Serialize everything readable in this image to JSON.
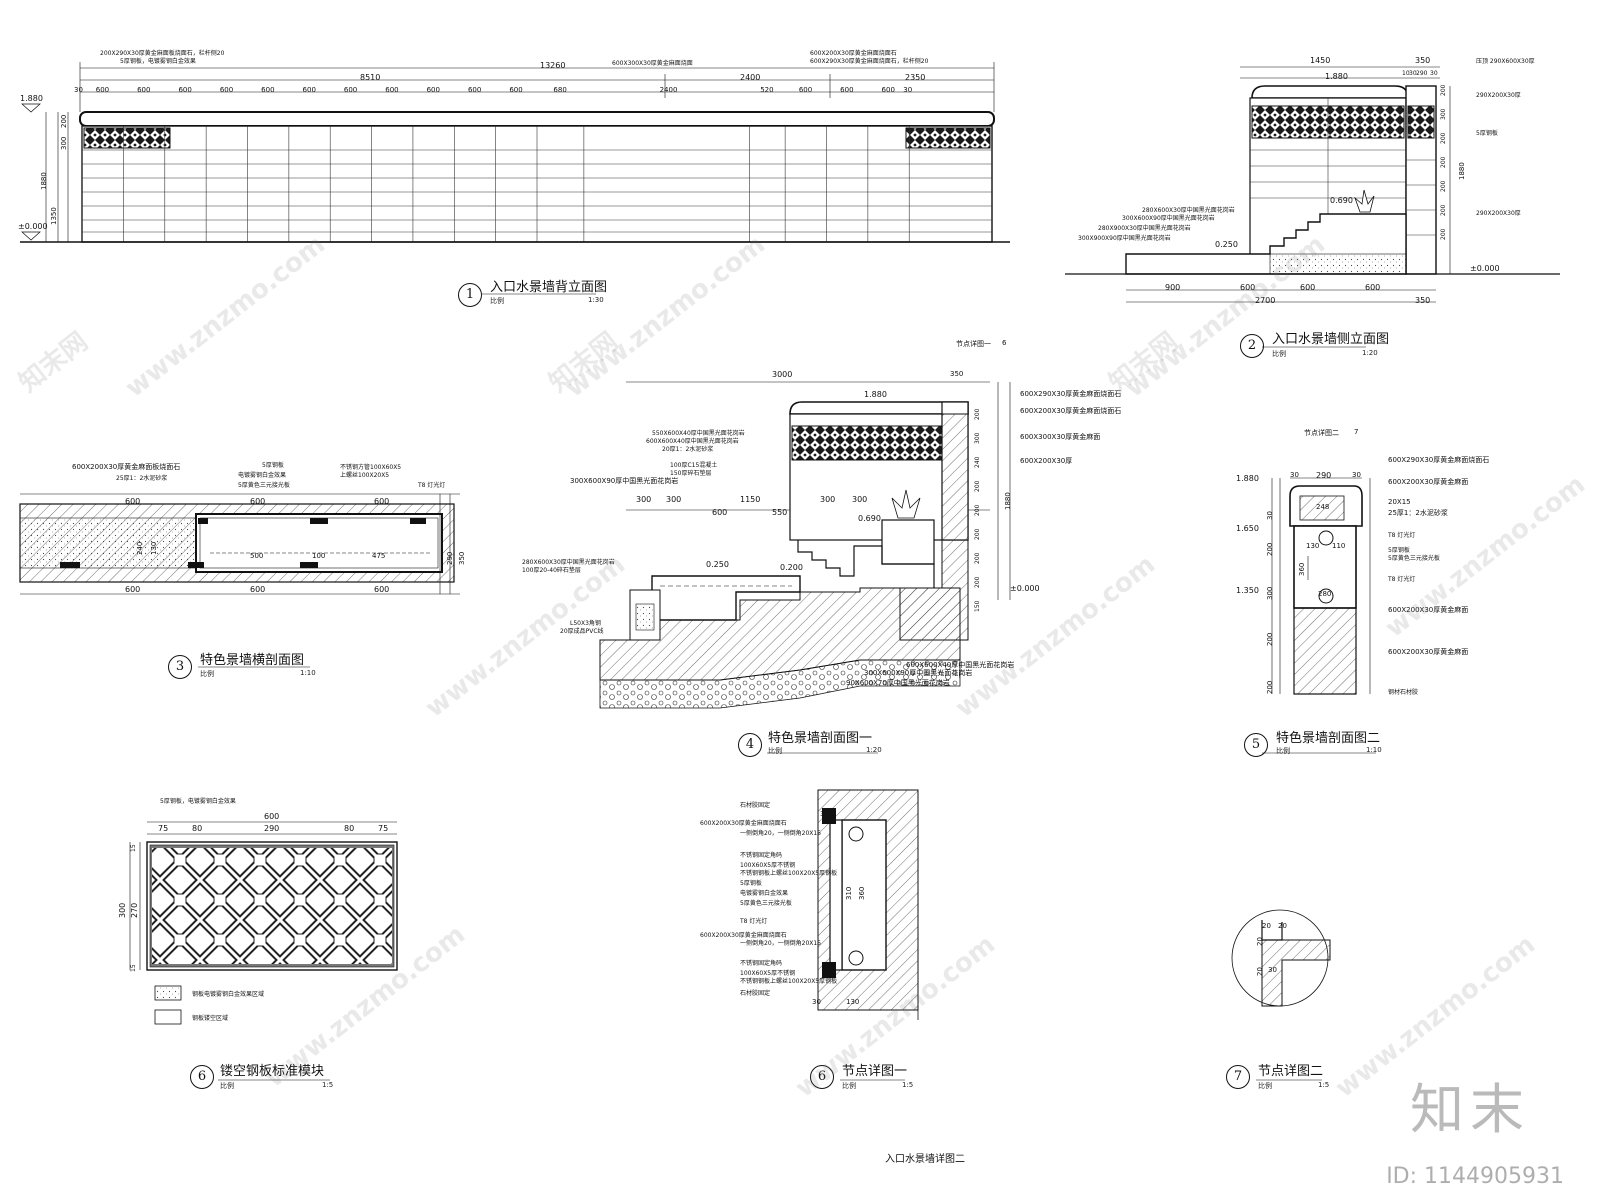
{
  "drawings": [
    {
      "num": "1",
      "title": "入口水景墙背立面图",
      "scale_label": "比例",
      "scale": "1:30"
    },
    {
      "num": "2",
      "title": "入口水景墙侧立面图",
      "scale_label": "比例",
      "scale": "1:20"
    },
    {
      "num": "3",
      "title": "特色景墙横剖面图",
      "scale_label": "比例",
      "scale": "1:10"
    },
    {
      "num": "4",
      "title": "特色景墙剖面图一",
      "scale_label": "比例",
      "scale": "1:20"
    },
    {
      "num": "5",
      "title": "特色景墙剖面图二",
      "scale_label": "比例",
      "scale": "1:10"
    },
    {
      "num": "6",
      "title": "镂空钢板标准模块",
      "scale_label": "比例",
      "scale": "1:5"
    },
    {
      "num": "6",
      "title": "节点详图一",
      "scale_label": "比例",
      "scale": "1:5"
    },
    {
      "num": "7",
      "title": "节点详图二",
      "scale_label": "比例",
      "scale": "1:5"
    }
  ],
  "sheet_title": "入口水景墙详图二",
  "watermark": "www.znzmo.com",
  "watermark_cn": "知末网",
  "logo": "知末",
  "id_label": "ID: 1144905931",
  "elev1": {
    "dims_top": [
      "13260",
      "8510",
      "2400",
      "2350"
    ],
    "dims_row": [
      "30",
      "600",
      "600",
      "600",
      "600",
      "600",
      "600",
      "600",
      "600",
      "600",
      "600",
      "600",
      "680",
      "2400",
      "520",
      "600",
      "600",
      "600",
      "30"
    ],
    "level_top": "1.880",
    "level_base": "±0.000",
    "side_dims": [
      "1880",
      "1350",
      "300",
      "200"
    ],
    "notes": [
      "200X290X30厚黄金麻面板烧面石，栏杆侧20",
      "600X300X30厚黄金麻面烧面",
      "600X200X30厚黄金麻面烧面石",
      "600X290X30厚黄金麻面烧面石，栏杆侧20",
      "5厚钢板，电镀雾钢白金效果"
    ]
  },
  "elev2": {
    "dims_top": [
      "1450",
      "350",
      "10",
      "30",
      "290",
      "30"
    ],
    "dims_bottom": [
      "900",
      "600",
      "600",
      "600",
      "350",
      "2700"
    ],
    "levels": [
      "1.880",
      "0.690",
      "0.250",
      "±0.000"
    ],
    "notes_left": [
      "280X600X30厚中国黑光面花岗岩",
      "300X600X90厚中国黑光面花岗岩",
      "280X900X30厚中国黑光面花岗岩",
      "300X900X90厚中国黑光面花岗岩"
    ],
    "notes_right": [
      "压顶 290X600X30厚",
      "290X200X30厚",
      "5厚钢板",
      "290X200X30厚"
    ],
    "side_dims": [
      "200",
      "300",
      "200",
      "200",
      "200",
      "200",
      "200",
      "1880"
    ]
  },
  "sect3": {
    "dims_top": [
      "600",
      "600",
      "600"
    ],
    "dims_mid": [
      "500",
      "100",
      "475"
    ],
    "dims_bottom": [
      "600",
      "600",
      "600"
    ],
    "notes": [
      "600X200X30厚黄金麻面板烧面石",
      "25厚1：2水泥砂浆",
      "5厚钢板",
      "电镀雾钢白金效果",
      "5厚黄色三元接光板",
      "不锈钢方管100X60X5",
      "上螺丝100X20X5",
      "T8 灯光灯"
    ],
    "side": [
      "290",
      "350",
      "240",
      "130"
    ]
  },
  "sect4": {
    "dims_top": [
      "3000",
      "350",
      "300",
      "300",
      "600",
      "1150",
      "550",
      "300",
      "300"
    ],
    "levels": [
      "1.880",
      "0.690",
      "0.250",
      "0.200",
      "±0.000"
    ],
    "notes": [
      "550X600X40厚中国黑光面花岗岩",
      "600X600X40厚中国黑光面花岗岩",
      "20厚1：2水泥砂浆",
      "100厚C15混凝土",
      "150厚碎石垫层",
      "300X600X90厚中国黑光面花岗岩",
      "280X600X30厚中国黑光面花岗岩",
      "100厚20-40碎石垫层",
      "L50X3角钢",
      "20厚成品PVC线",
      "600X600X40厚中国黑光面花岗岩",
      "300X600X90厚中国黑光面花岗岩",
      "90X600X70厚中国黑光面花岗岩",
      "600X290X30厚黄金麻面烧面石",
      "600X200X30厚黄金麻面烧面石",
      "600X300X30厚黄金麻面",
      "600X200X30厚"
    ],
    "side": [
      "200",
      "300",
      "240",
      "1880",
      "200",
      "200",
      "200",
      "200",
      "200",
      "150"
    ]
  },
  "sect5": {
    "dims_top": [
      "290",
      "30",
      "30"
    ],
    "levels": [
      "1.880",
      "1.650",
      "1.350"
    ],
    "inner": [
      "248",
      "130",
      "110",
      "360",
      "280"
    ],
    "notes": [
      "600X290X30厚黄金麻面烧面石",
      "600X200X30厚黄金麻面",
      "20X15",
      "25厚1：2水泥砂浆",
      "T8 灯光灯",
      "5厚钢板",
      "5厚黄色三元接光板",
      "T8 灯光灯",
      "600X200X30厚黄金麻面",
      "600X200X30厚黄金麻面",
      "钢材石材胶"
    ],
    "side": [
      "30",
      "200",
      "300",
      "200",
      "200"
    ]
  },
  "panel6": {
    "dims_top": [
      "600"
    ],
    "dims_row": [
      "75",
      "80",
      "290",
      "80",
      "75"
    ],
    "side": [
      "300",
      "270",
      "15",
      "15"
    ],
    "note_top": "5厚钢板，电镀雾钢白金效果",
    "legend": [
      "钢板电镀雾钢白金效果区域",
      "钢板镂空区域"
    ]
  },
  "node6": {
    "notes": [
      "石材胶固定",
      "600X200X30厚黄金麻面烧面石",
      "一侧倒角20，一侧倒角20X15",
      "不锈钢固定角码",
      "100X60X5厚不锈钢",
      "不锈钢钢板上螺丝100X20X5厚钢板",
      "5厚钢板",
      "电镀雾钢白金效果",
      "5厚黄色三元接光板",
      "T8 灯光灯",
      "600X200X30厚黄金麻面烧面石",
      "一侧倒角20，一侧倒角20X15",
      "不锈钢固定角码",
      "100X60X5厚不锈钢",
      "不锈钢钢板上螺丝100X20X5厚钢板",
      "石材胶固定"
    ],
    "dims": [
      "310",
      "360",
      "30",
      "130",
      "30"
    ]
  },
  "node7": {
    "dims": [
      "20",
      "20",
      "20",
      "30",
      "20"
    ]
  },
  "refs": [
    {
      "label": "节点详图一",
      "num": "6"
    },
    {
      "label": "节点详图二",
      "num": "7"
    }
  ]
}
